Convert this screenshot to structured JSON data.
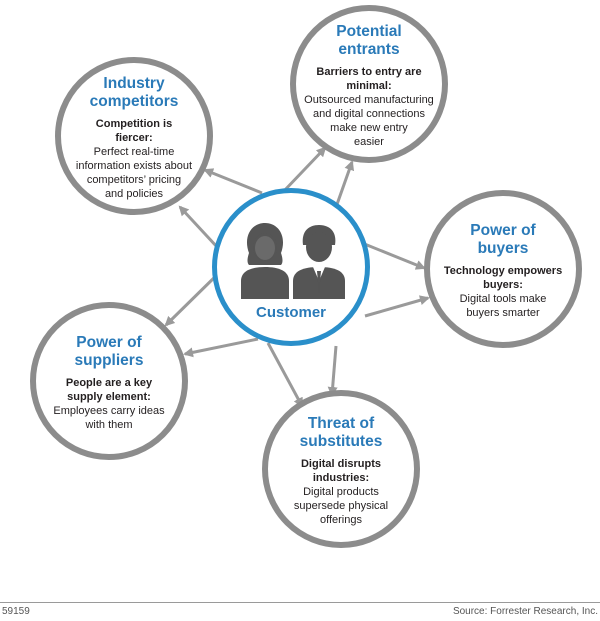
{
  "center": {
    "label": "Customer"
  },
  "nodes": {
    "competitors": {
      "title": "Industry\ncompetitors",
      "subtitle": "Competition is\nfiercer:",
      "description": "Perfect real-time\ninformation exists about\ncompetitors’ pricing\nand policies"
    },
    "entrants": {
      "title": "Potential\nentrants",
      "subtitle": "Barriers to entry are\nminimal:",
      "description": "Outsourced manufacturing\nand digital connections\nmake new entry\neasier"
    },
    "buyers": {
      "title": "Power of\nbuyers",
      "subtitle": "Technology empowers\nbuyers:",
      "description": "Digital tools make\nbuyers smarter"
    },
    "suppliers": {
      "title": "Power of\nsuppliers",
      "subtitle": "People are a key\nsupply element:",
      "description": "Employees carry ideas\nwith them"
    },
    "substitutes": {
      "title": "Threat of\nsubstitutes",
      "subtitle": "Digital disrupts\nindustries:",
      "description": "Digital products\nsupersede physical\nofferings"
    }
  },
  "footer": {
    "id": "59159",
    "source": "Source: Forrester Research, Inc."
  },
  "colors": {
    "accent": "#2a7ab8",
    "ring": "#8c8c8c",
    "arrow": "#9a9a9a",
    "center_ring": "#2a8fca"
  },
  "icons": [
    "arrow-icon",
    "woman-icon",
    "man-icon"
  ]
}
